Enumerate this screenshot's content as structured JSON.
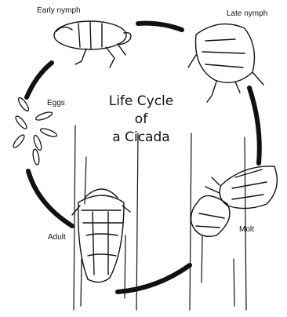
{
  "title": {
    "line1": "Life Cycle",
    "line2": "of",
    "line3": "a Cicada"
  },
  "stages": {
    "early_nymph": "Early nymph",
    "late_nymph": "Late nymph",
    "molt": "Molt",
    "adult": "Adult",
    "eggs": "Eggs"
  },
  "colors": {
    "ink": "#111111",
    "background": "#ffffff"
  }
}
